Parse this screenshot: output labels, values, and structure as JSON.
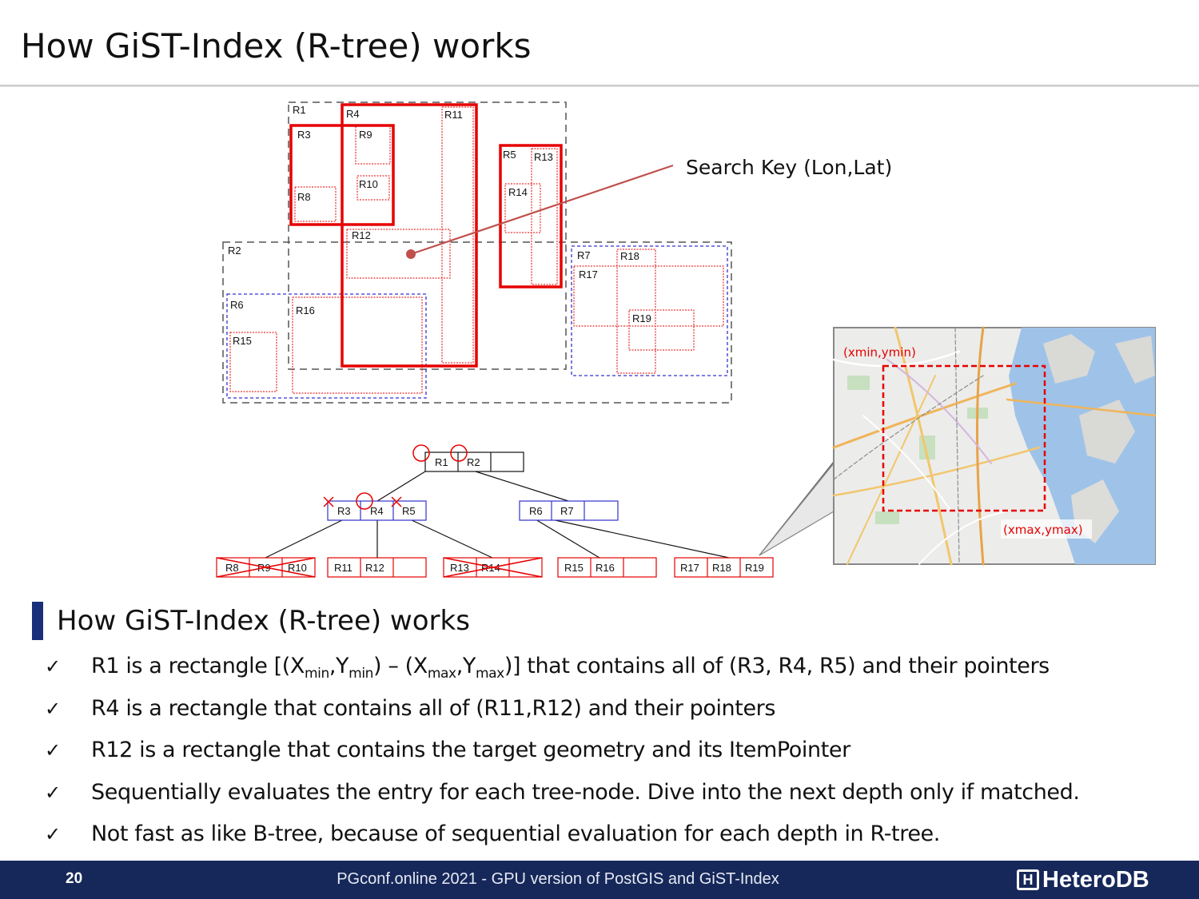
{
  "slide": {
    "title": "How GiST-Index (R-tree) works",
    "subtitle": "How GiST-Index (R-tree) works"
  },
  "diagram": {
    "rect_labels": {
      "r1": "R1",
      "r2": "R2",
      "r3": "R3",
      "r4": "R4",
      "r5": "R5",
      "r6": "R6",
      "r7": "R7",
      "r8": "R8",
      "r9": "R9",
      "r10": "R10",
      "r11": "R11",
      "r12": "R12",
      "r13": "R13",
      "r14": "R14",
      "r15": "R15",
      "r16": "R16",
      "r17": "R17",
      "r18": "R18",
      "r19": "R19"
    },
    "search_key_label": "Search Key (Lon,Lat)",
    "tree": {
      "root": [
        "R1",
        "R2"
      ],
      "level1_left": [
        "R3",
        "R4",
        "R5"
      ],
      "level1_right": [
        "R6",
        "R7"
      ],
      "leaf1": [
        "R8",
        "R9",
        "R10"
      ],
      "leaf2": [
        "R11",
        "R12"
      ],
      "leaf3": [
        "R13",
        "R14"
      ],
      "leaf4": [
        "R15",
        "R16"
      ],
      "leaf5": [
        "R17",
        "R18",
        "R19"
      ]
    },
    "map": {
      "min_label": "(xmin,ymin)",
      "max_label": "(xmax,ymax)"
    }
  },
  "colors": {
    "match_red": "#e60000",
    "dash_gray": "#555555",
    "dash_blue": "#3333cc",
    "footer_navy": "#16285a"
  },
  "bullets": [
    {
      "parts": [
        {
          "t": "R1 is a rectangle [(X"
        },
        {
          "sub": "min"
        },
        {
          "t": ",Y"
        },
        {
          "sub": "min"
        },
        {
          "t": ") – (X"
        },
        {
          "sub": "max"
        },
        {
          "t": ",Y"
        },
        {
          "sub": "max"
        },
        {
          "t": ")] that contains all of (R3, R4, R5) and their pointers"
        }
      ]
    },
    {
      "parts": [
        {
          "t": "R4 is a rectangle that contains all of (R11,R12) and their pointers"
        }
      ]
    },
    {
      "parts": [
        {
          "t": "R12 is a rectangle that contains the target geometry and its ItemPointer"
        }
      ]
    },
    {
      "parts": [
        {
          "t": "Sequentially evaluates the entry for each tree-node. Dive into the next depth only if matched."
        }
      ]
    },
    {
      "parts": [
        {
          "t": "Not fast as like B-tree, because of sequential evaluation for each depth in R-tree."
        }
      ]
    }
  ],
  "bullet_marker": "✓",
  "footer": {
    "page_number": "20",
    "text": "PGconf.online 2021 - GPU version of PostGIS and GiST-Index",
    "logo_mark": "H",
    "logo_text": "HeteroDB"
  }
}
